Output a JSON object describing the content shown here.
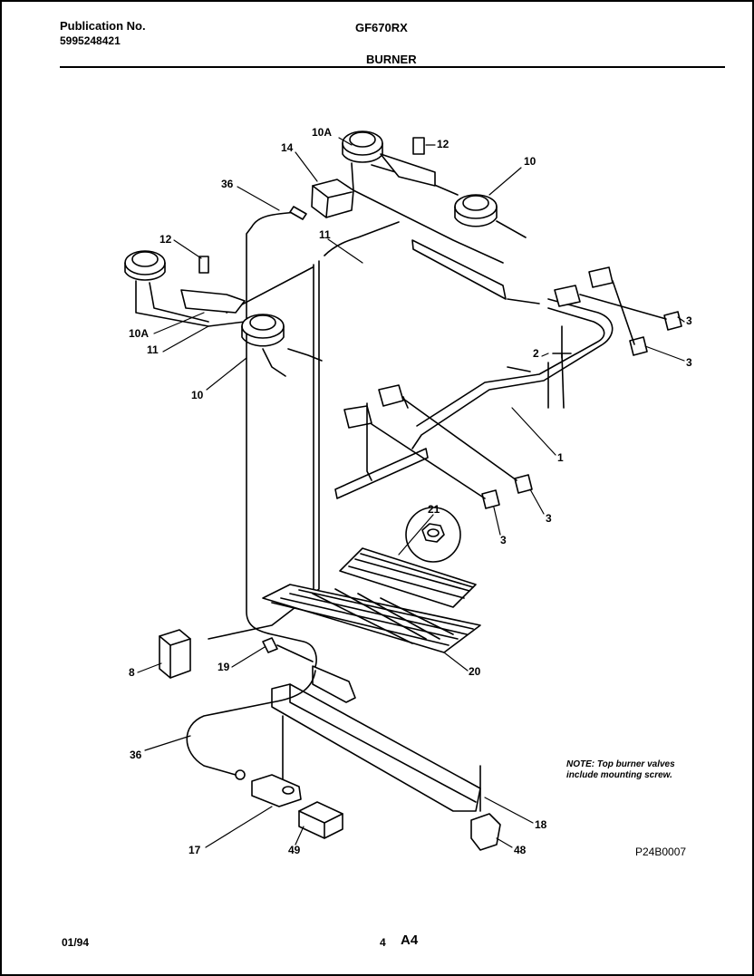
{
  "header": {
    "publication_label": "Publication No.",
    "publication_number": "5995248421",
    "model": "GF670RX",
    "section": "BURNER"
  },
  "note": {
    "line1": "NOTE: Top burner valves",
    "line2": "include mounting screw."
  },
  "drawing_code": "P24B0007",
  "footer": {
    "date": "01/94",
    "page": "4",
    "page_code": "A4"
  },
  "callouts": {
    "c10a_top": "10A",
    "c14": "14",
    "c12_top": "12",
    "c10_top": "10",
    "c36_top": "36",
    "c11_top": "11",
    "c12_left": "12",
    "c10a_left": "10A",
    "c11_left": "11",
    "c10_left": "10",
    "c3_a": "3",
    "c3_b": "3",
    "c2": "2",
    "c1": "1",
    "c3_c": "3",
    "c3_d": "3",
    "c21": "21",
    "c8": "8",
    "c19": "19",
    "c20": "20",
    "c36_bottom": "36",
    "c17": "17",
    "c49": "49",
    "c48": "48",
    "c18": "18"
  }
}
